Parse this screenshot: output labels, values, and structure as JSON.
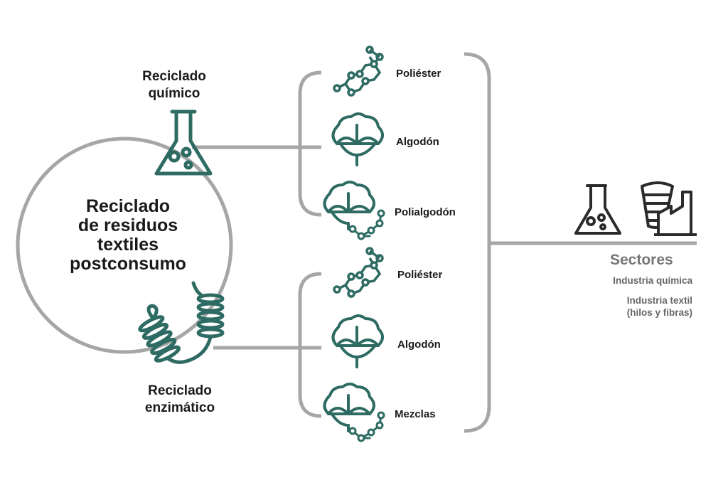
{
  "colors": {
    "teal": "#2e6b63",
    "gray_line": "#a6a6a6",
    "dark_icon": "#2b2b2b",
    "text": "#1a1a1a"
  },
  "center": {
    "title_lines": [
      "Reciclado",
      "de residuos",
      "textiles",
      "postconsumo"
    ]
  },
  "methods": {
    "chemical": {
      "label_lines": [
        "Reciclado",
        "químico"
      ],
      "icon": "flask-icon",
      "materials": [
        {
          "label": "Poliéster",
          "icon": "molecule-chain-icon"
        },
        {
          "label": "Algodón",
          "icon": "cotton-boll-icon"
        },
        {
          "label": "Polialgodón",
          "icon": "cotton-molecule-icon"
        }
      ]
    },
    "enzymatic": {
      "label_lines": [
        "Reciclado",
        "enzimático"
      ],
      "icon": "enzyme-coil-icon",
      "materials": [
        {
          "label": "Poliéster",
          "icon": "molecule-chain-icon"
        },
        {
          "label": "Algodón",
          "icon": "cotton-boll-icon"
        },
        {
          "label": "Mezclas",
          "icon": "cotton-molecule-icon"
        }
      ]
    }
  },
  "sectors": {
    "title": "Sectores",
    "items": [
      "Industria química",
      "Industria textil",
      "(hilos y fibras)"
    ],
    "icons": [
      "flask-icon",
      "textile-factory-icon"
    ]
  }
}
